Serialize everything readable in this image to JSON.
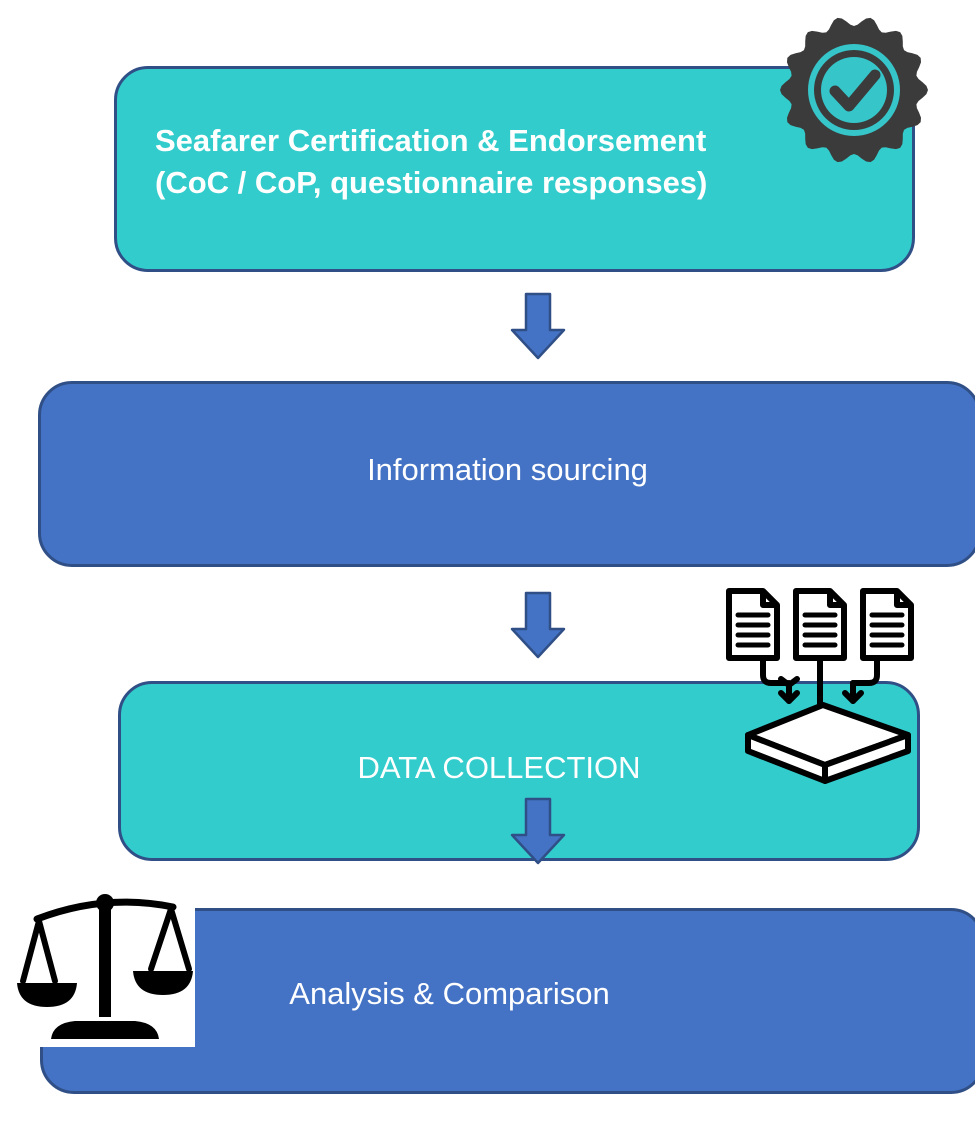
{
  "colors": {
    "teal": "#33cccc",
    "blue": "#4472c4",
    "border": "#2f4f86",
    "text": "#ffffff"
  },
  "flow": {
    "step1": {
      "line1": "Seafarer Certification & Endorsement",
      "line2": "(CoC / CoP, questionnaire responses)",
      "icon": "verified-badge-icon"
    },
    "step2": {
      "label": "Information sourcing"
    },
    "step3": {
      "label": "DATA COLLECTION",
      "icon": "documents-merge-icon"
    },
    "step4": {
      "label": "Analysis & Comparison",
      "icon": "balance-scale-icon"
    }
  }
}
